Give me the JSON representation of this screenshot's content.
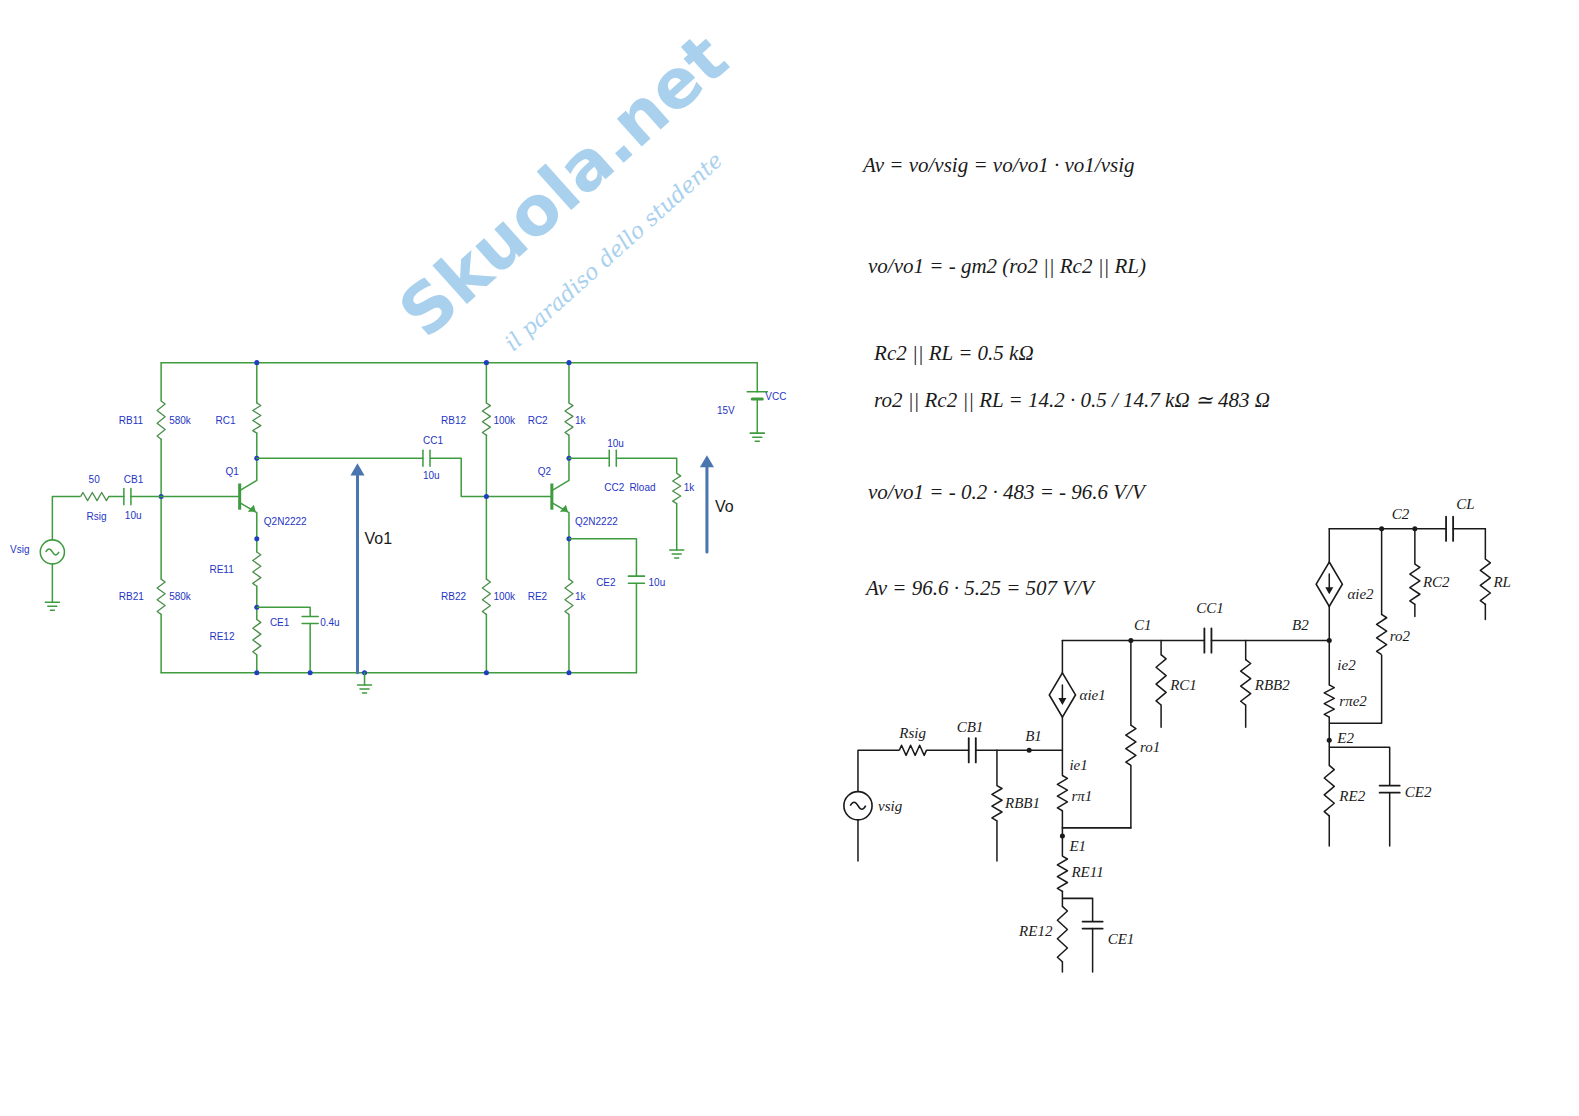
{
  "diagram": {
    "labels": [
      "RB11",
      "580k",
      "RC1",
      "RB12",
      "100k",
      "RC2",
      "1k",
      "VCC",
      "15V",
      "CC1",
      "10u",
      "10u",
      "CC2",
      "Rload",
      "1k",
      "Q1",
      "Q2N2222",
      "Q2",
      "Q2N2222",
      "50",
      "CB1",
      "Rsig",
      "10u",
      "Vsig",
      "RE11",
      "RB21",
      "580k",
      "RB22",
      "100k",
      "RE2",
      "1k",
      "CE2",
      "10u",
      "CE1",
      "0.4u",
      "RE12",
      "Vo1",
      "Vo",
      "Av = vo/vsig = vo/vo1 · vo1/vsig",
      "vo/vo1 = - gm2 (ro2 || Rc2 || RL)",
      "Rc2 || RL = 0.5 kΩ",
      "ro2 || Rc2 || RL = 14.2 · 0.5 / 14.7 kΩ ≃ 483 Ω",
      "vo/vo1 = - 0.2 · 483 = - 96.6 V/V",
      "Av = 96.6 · 5.25 = 507 V/V",
      "CL",
      "C2",
      "RC2",
      "RL",
      "αie2",
      "ro2",
      "CC1",
      "C1",
      "B2",
      "ie2",
      "rπe2",
      "E2",
      "αie1",
      "RC1",
      "RBB2",
      "ro1",
      "Rsig",
      "CB1",
      "B1",
      "ie1",
      "rπ1",
      "vsig",
      "RBB1",
      "E1",
      "RE11",
      "RE12",
      "CE1",
      "RE2",
      "CE2",
      "Skuola.net",
      "il paradiso dello studente"
    ]
  }
}
